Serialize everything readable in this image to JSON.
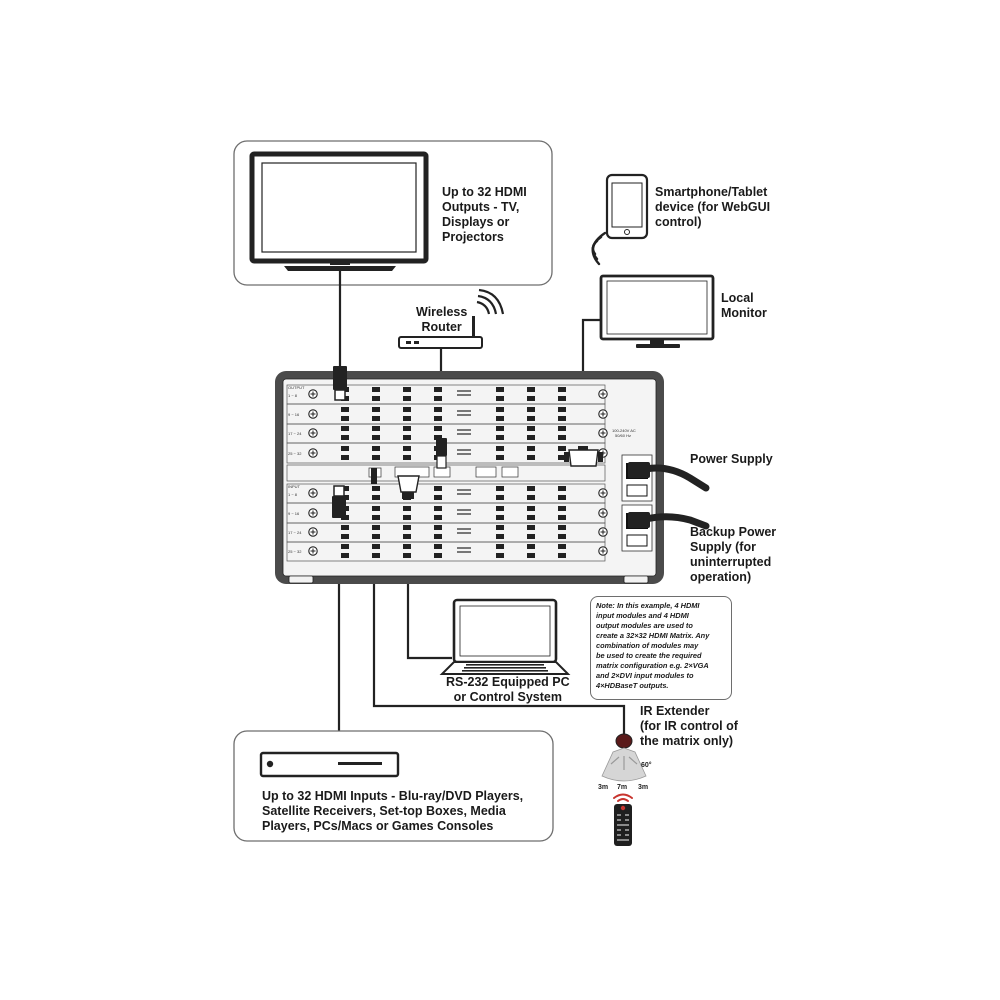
{
  "labels": {
    "outputs": [
      "Up to 32 HDMI",
      "Outputs - TV,",
      "Displays or",
      "Projectors"
    ],
    "smartphone": [
      "Smartphone/Tablet",
      "device (for WebGUI",
      "control)"
    ],
    "router": [
      "Wireless",
      "Router"
    ],
    "local_monitor": [
      "Local",
      "Monitor"
    ],
    "power_supply": [
      "Power Supply"
    ],
    "backup_power": [
      "Backup Power",
      "Supply (for",
      "uninterrupted",
      "operation)"
    ],
    "rs232": [
      "RS-232 Equipped PC",
      "or Control System"
    ],
    "ir_extender": [
      "IR Extender",
      "(for IR control of",
      "the matrix only)"
    ],
    "inputs": [
      "Up to 32 HDMI Inputs - Blu-ray/DVD Players,",
      "Satellite Receivers, Set-top Boxes, Media",
      "Players, PCs/Macs or Games Consoles"
    ]
  },
  "note": [
    "Note: In this example, 4 HDMI",
    "input modules and 4 HDMI",
    "output modules are used to",
    "create a 32×32 HDMI Matrix. Any",
    "combination of modules may",
    "be used to create the required",
    "matrix configuration e.g. 2×VGA",
    "and 2×DVI input modules to",
    "4×HDBaseT outputs."
  ],
  "ir_coverage": {
    "angle": "60°",
    "left": "3m",
    "center": "7m",
    "right": "3m"
  },
  "chassis": {
    "output_ranges": [
      "1 ~ 8",
      "9 ~ 16",
      "17 ~ 24",
      "25 ~ 32"
    ],
    "input_ranges": [
      "1 ~ 8",
      "9 ~ 16",
      "17 ~ 24",
      "25 ~ 32"
    ],
    "power_rating": [
      "100-240V AC",
      "50/60 Hz"
    ]
  }
}
